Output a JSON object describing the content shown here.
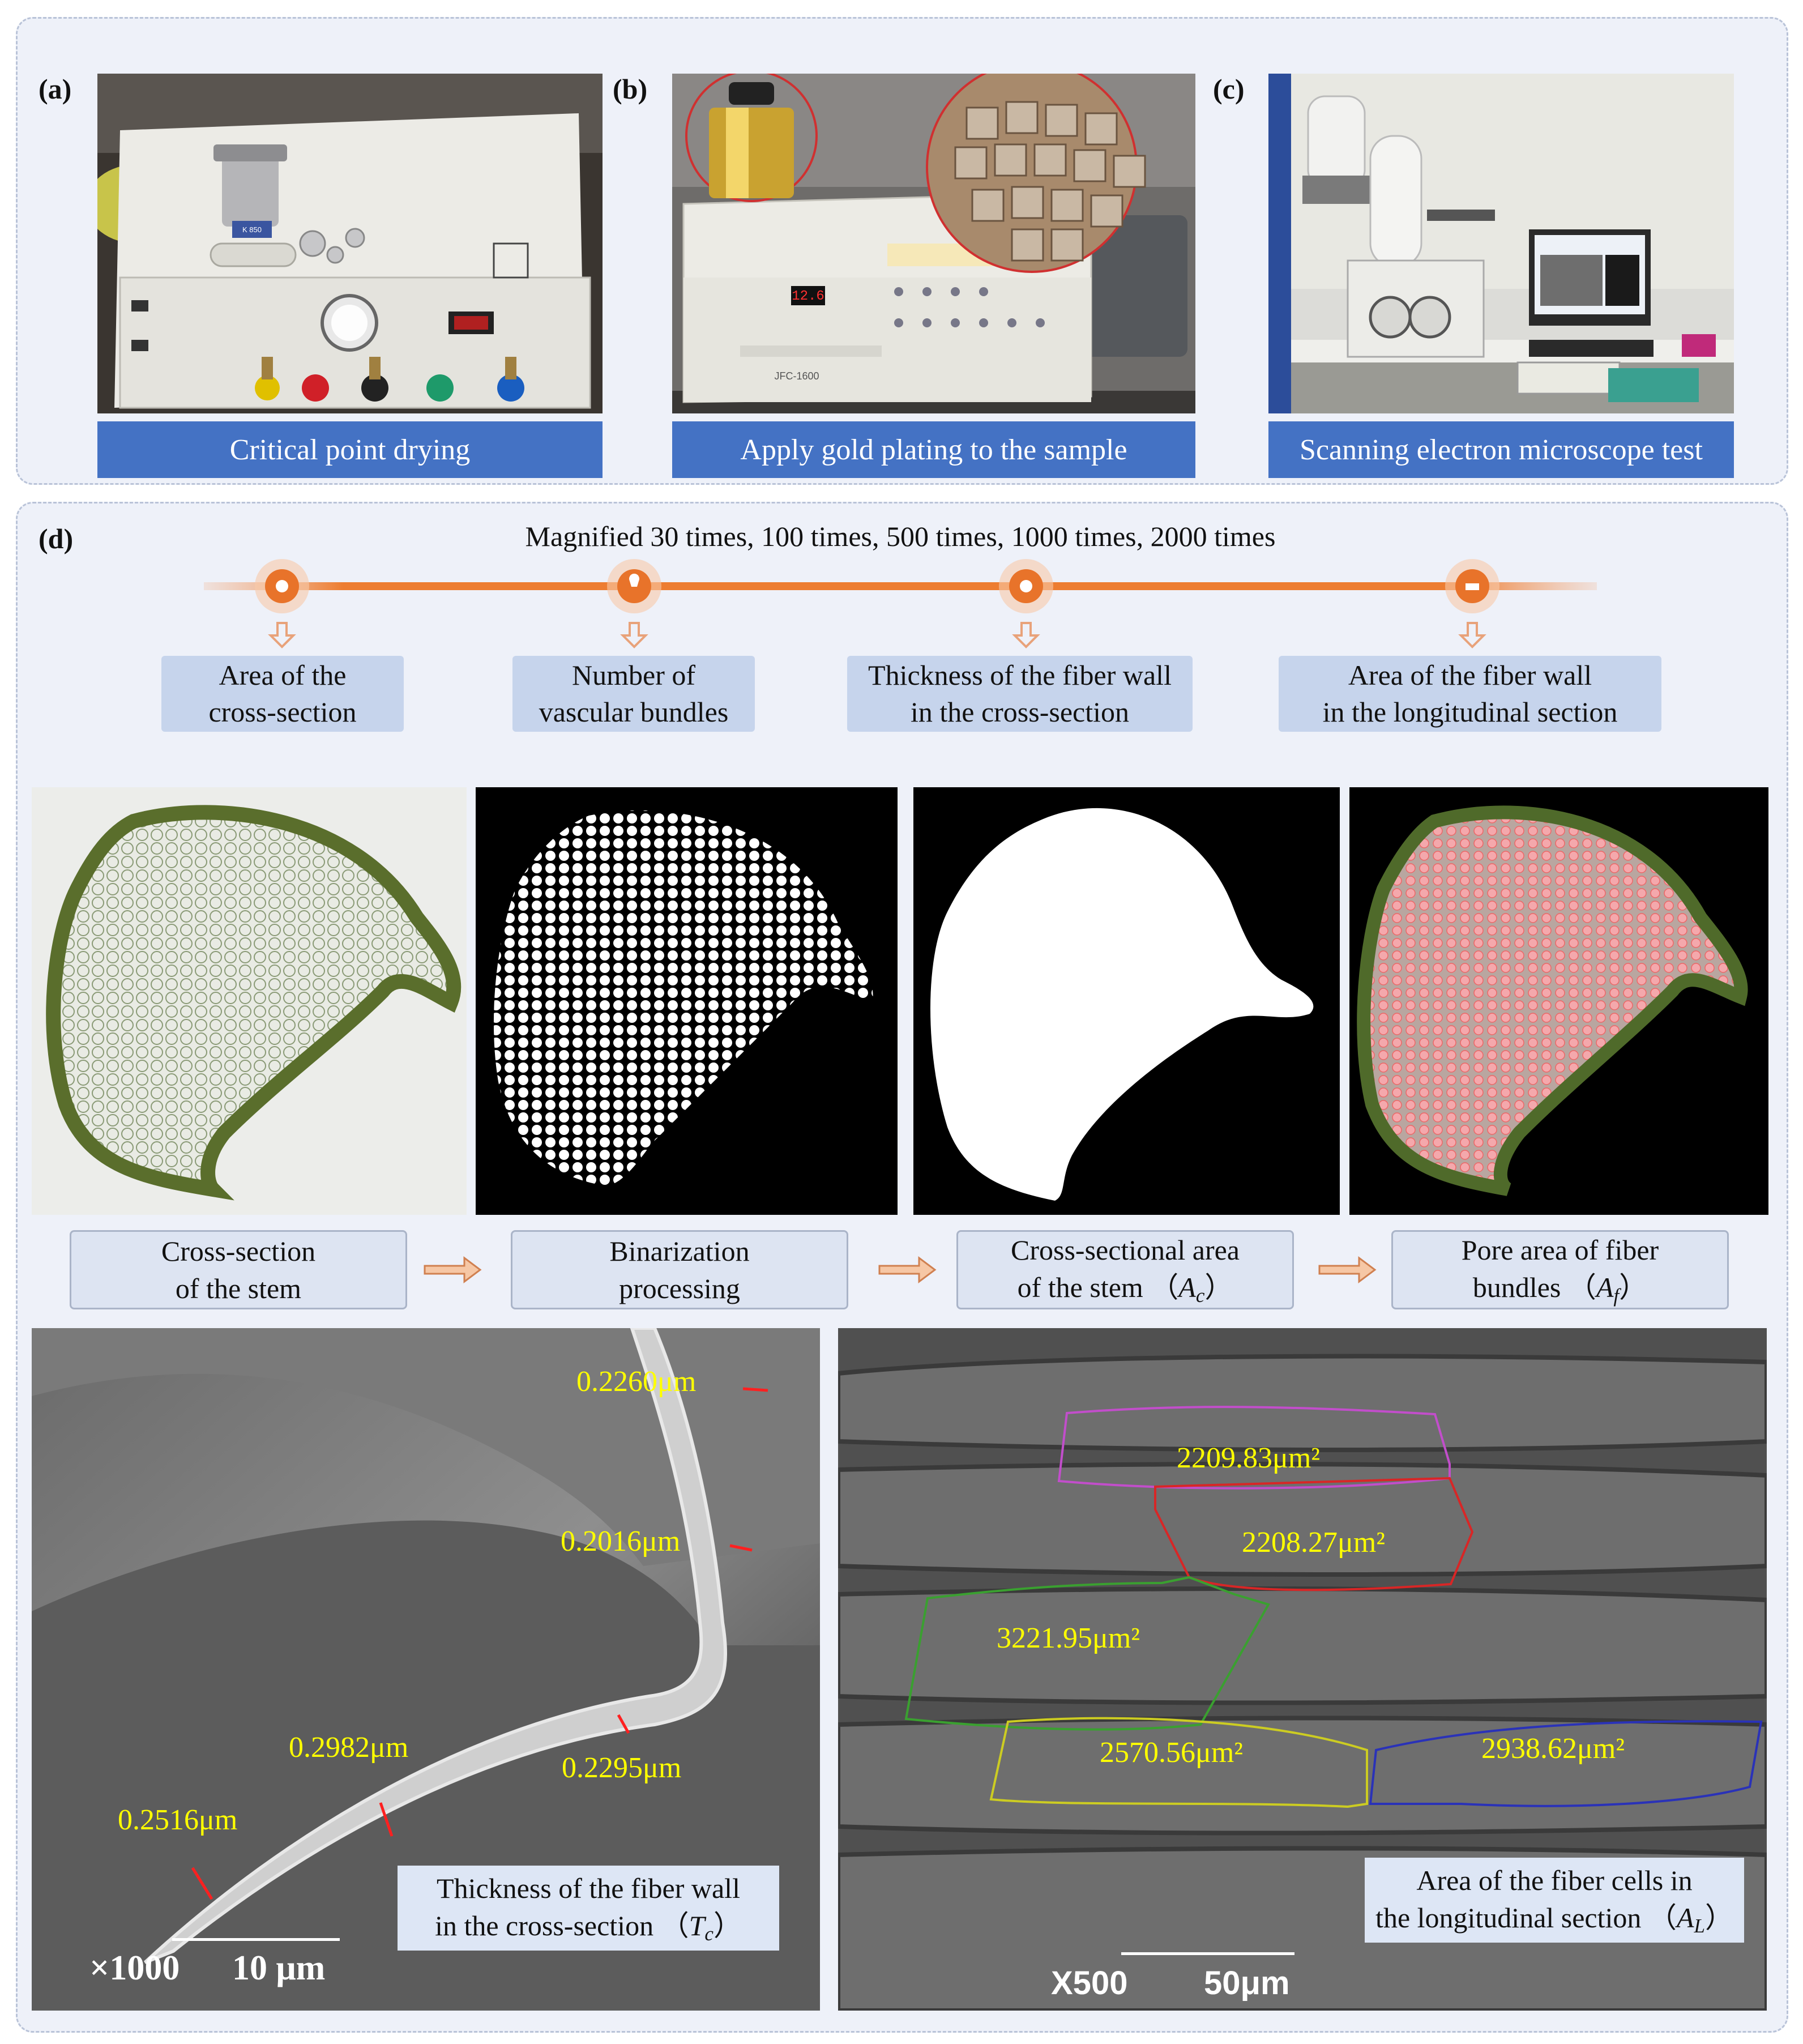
{
  "panel_labels": {
    "a": "(a)",
    "b": "(b)",
    "c": "(c)",
    "d": "(d)"
  },
  "captions": {
    "a": "Critical point drying",
    "b": "Apply gold plating to the sample",
    "c": "Scanning electron microscope test"
  },
  "device_text": {
    "cpd_badge": "K 850",
    "coater_display": "12.6",
    "coater_model": "JFC-1600"
  },
  "magnification_text": "Magnified 30 times, 100 times, 500 times, 1000 times, 2000 times",
  "steps": [
    "Area of the\ncross-section",
    "Number of\nvascular bundles",
    "Thickness of the fiber wall\nin the cross-section",
    "Area of the fiber wall\nin the longitudinal section"
  ],
  "flow": {
    "cross_section": [
      "Cross-section",
      "of the stem"
    ],
    "binarization": [
      "Binarization",
      "processing"
    ],
    "area_line1": "Cross-sectional area",
    "area_line2": "of the stem",
    "area_var": "A",
    "area_sub": "c",
    "pore_line1": "Pore area of fiber",
    "pore_line2": "bundles",
    "pore_var": "A",
    "pore_sub": "f"
  },
  "sem_left": {
    "measurements": [
      "0.2260μm",
      "0.2016μm",
      "0.2982μm",
      "0.2295μm",
      "0.2516μm"
    ],
    "note_line1": "Thickness of the fiber wall",
    "note_line2": "in the cross-section",
    "note_var": "T",
    "note_sub": "c",
    "scale_mag": "×1000",
    "scale_len": "10 μm"
  },
  "sem_right": {
    "areas": [
      "2209.83μm²",
      "2208.27μm²",
      "3221.95μm²",
      "2570.56μm²",
      "2938.62μm²"
    ],
    "note_line1": "Area of the fiber cells in",
    "note_line2": "the longitudinal section",
    "note_var": "A",
    "note_sub": "L",
    "scale_mag": "X500",
    "scale_len": "50μm"
  },
  "colors": {
    "caption_blue": "#4472c4",
    "timeline_orange": "#ed7d31",
    "label_yellow": "#ffff00",
    "step_box": "#c6d4ec"
  }
}
